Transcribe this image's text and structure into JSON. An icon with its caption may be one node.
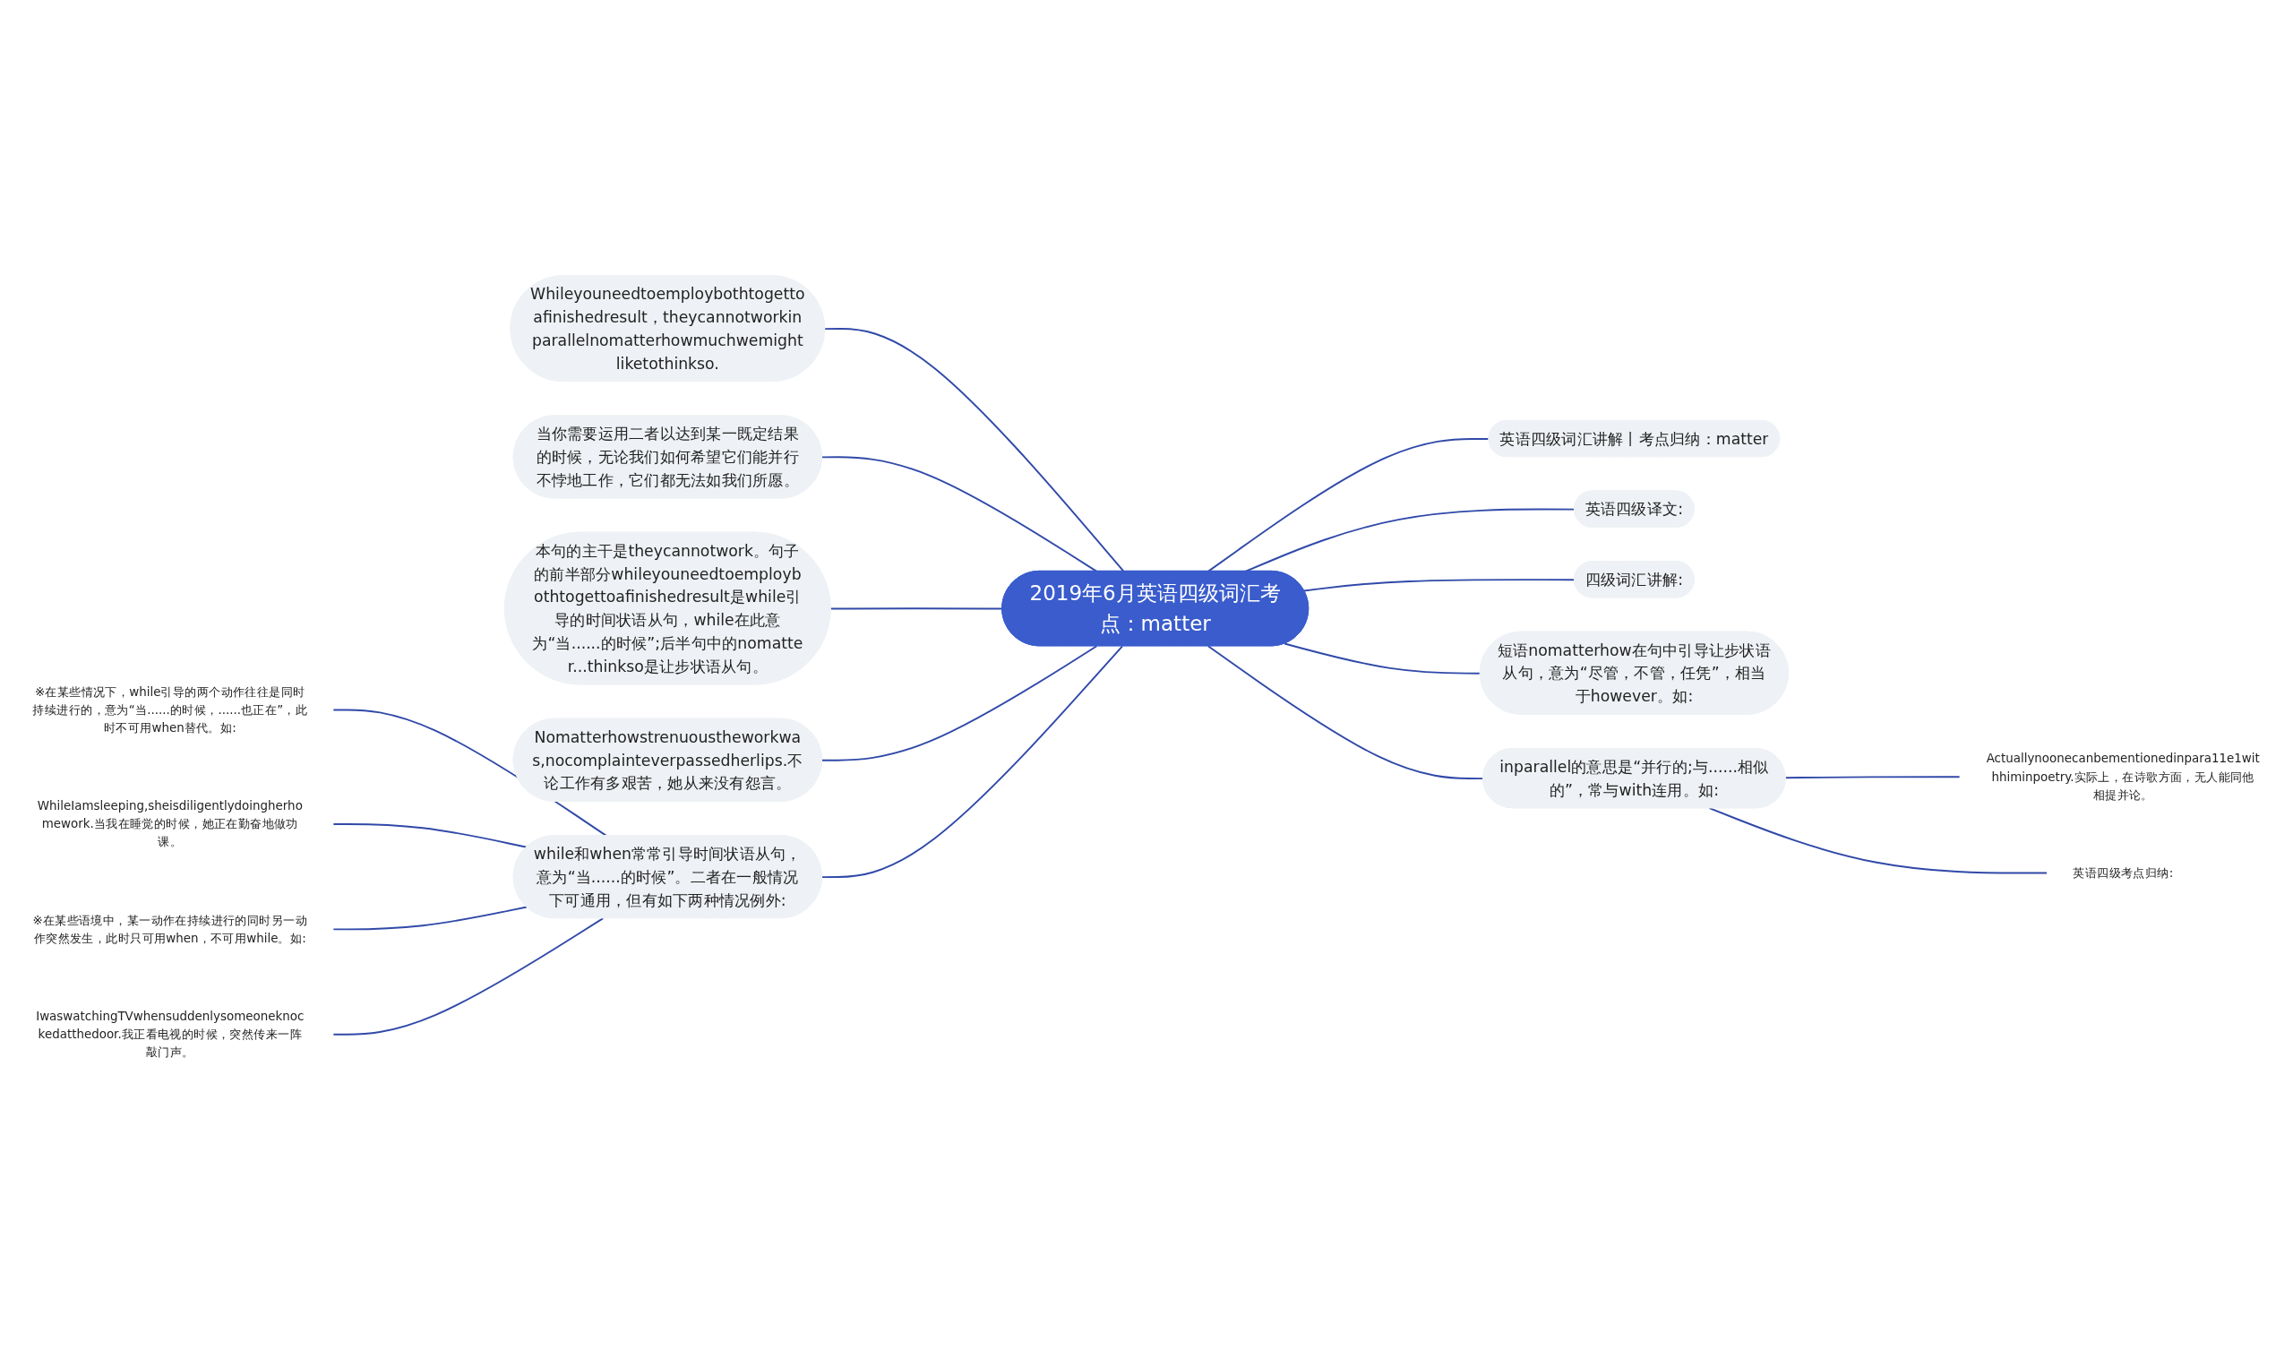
{
  "diagram": {
    "nodes": [
      {
        "text": [
          "2019年6月英语四级词汇考点：matter"
        ]
      },
      {
        "text": [
          "英语四级词汇讲解丨考点归纳：matter"
        ]
      },
      {
        "text": [
          "英语四级译文:"
        ]
      },
      {
        "text": [
          "四级词汇讲解:"
        ]
      },
      {
        "text": [
          "短语nomatterhow在句中引导让步状语从句，意为“尽管，不管，任凭”，相当于however。如:"
        ]
      },
      {
        "text": [
          "inparallel的意思是“并行的;与......相似的”，常与with连用。如:"
        ]
      },
      {
        "text": [
          "Actuallynoonecanbementionedinpara11e1withhiminpoetry.实际上，在诗歌方面，无人能同他相提并论。"
        ]
      },
      {
        "text": [
          "英语四级考点归纳:"
        ]
      },
      {
        "text": [
          "Whileyouneedtoemploybothtogettoafinishedresult，theycannotworkinparallelnomatterhowmuchwemightliketothinkso."
        ]
      },
      {
        "text": [
          "当你需要运用二者以达到某一既定结果的时候，无论我们如何希望它们能并行不悖地工作，它们都无法如我们所愿。"
        ]
      },
      {
        "text": [
          "本句的主干是theycannotwork。句子的前半部分whileyouneedtoemploybothtogettoafinishedresult是while引导的时间状语从句，while在此意为“当......的时候”;后半句中的nomatter...thinkso是让步状语从句。"
        ]
      },
      {
        "text": [
          "Nomatterhowstrenuoustheworkwas,nocomplainteverpassedherlips.不论工作有多艰苦，她从来没有怨言。"
        ]
      },
      {
        "text": [
          "while和when常常引导时间状语从句，意为“当......的时候”。二者在一般情况下可通用，但有如下两种情况例外:"
        ]
      },
      {
        "text": [
          "※在某些情况下，while引导的两个动作往往是同时持续进行的，意为“当......的时候，......也正在”，此时不可用when替代。如:"
        ]
      },
      {
        "text": [
          "WhileIamsleeping,sheisdiligentlydoingherhomework.当我在睡觉的时候，她正在勤奋地做功课。"
        ]
      },
      {
        "text": [
          "※在某些语境中，某一动作在持续进行的同时另一动作突然发生，此时只可用when，不可用while。如:"
        ]
      },
      {
        "text": [
          "IwaswatchingTVwhensuddenlysomeoneknockedatthedoor.我正看电视的时候，突然传来一阵敲门声。"
        ]
      }
    ],
    "edges": [
      {
        "from": 0,
        "to": 1,
        "arrow": "none"
      },
      {
        "from": 0,
        "to": 2,
        "arrow": "none"
      },
      {
        "from": 0,
        "to": 3,
        "arrow": "none"
      },
      {
        "from": 0,
        "to": 4,
        "arrow": "none"
      },
      {
        "from": 0,
        "to": 5,
        "arrow": "none"
      },
      {
        "from": 5,
        "to": 6,
        "arrow": "none"
      },
      {
        "from": 5,
        "to": 7,
        "arrow": "none"
      },
      {
        "from": 0,
        "to": 8,
        "arrow": "none"
      },
      {
        "from": 0,
        "to": 9,
        "arrow": "none"
      },
      {
        "from": 0,
        "to": 10,
        "arrow": "none"
      },
      {
        "from": 0,
        "to": 11,
        "arrow": "none"
      },
      {
        "from": 0,
        "to": 12,
        "arrow": "none"
      },
      {
        "from": 12,
        "to": 13,
        "arrow": "none"
      },
      {
        "from": 12,
        "to": 14,
        "arrow": "none"
      },
      {
        "from": 12,
        "to": 15,
        "arrow": "none"
      },
      {
        "from": 12,
        "to": 16,
        "arrow": "none"
      }
    ]
  }
}
